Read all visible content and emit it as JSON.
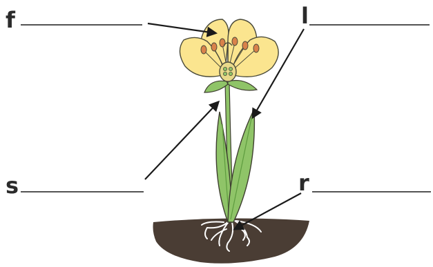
{
  "diagram": {
    "labels": {
      "flower": "f",
      "leaf": "l",
      "stem": "s",
      "root": "r"
    },
    "colors": {
      "petal": "#fbe58f",
      "petal_outline": "#4a4a3a",
      "leaf": "#8fc468",
      "leaf_dark": "#5d9b3e",
      "soil": "#4a3d34",
      "root": "#ffffff",
      "stamen": "#d9824b",
      "arrow": "#1a1a1a"
    }
  }
}
